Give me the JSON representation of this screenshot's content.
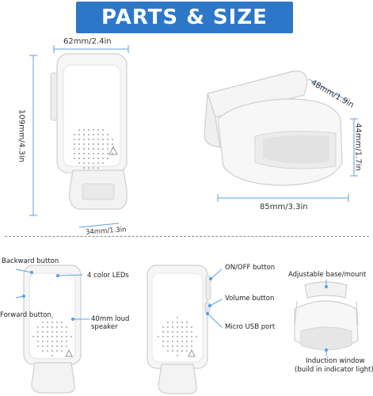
{
  "title": "PARTS & SIZE",
  "dimensions": {
    "receiver_width": "62mm/2.4in",
    "receiver_height": "109mm/4.3in",
    "receiver_depth": "34mm/1.3in",
    "sensor_depth": "48mm/1.9in",
    "sensor_height": "44mm/1.7in",
    "sensor_width": "85mm/3.3in"
  },
  "labels": {
    "backward_button": "Backward button",
    "forward_button": "Forward button",
    "color_leds": "4 color LEDs",
    "speaker": "40mm loud speaker",
    "on_off_button": "ON/OFF button",
    "volume_button": "Volume button",
    "micro_usb": "Micro USB port",
    "adjustable_base": "Adjustable base/mount",
    "induction_window": "Induction window",
    "induction_window_note": "(build in indicator light)"
  },
  "colors": {
    "banner": "#2d77c8",
    "dimension_line": "#5aa0e6",
    "device_body": "#f4f4f4",
    "device_outline": "#cfcfcf"
  }
}
